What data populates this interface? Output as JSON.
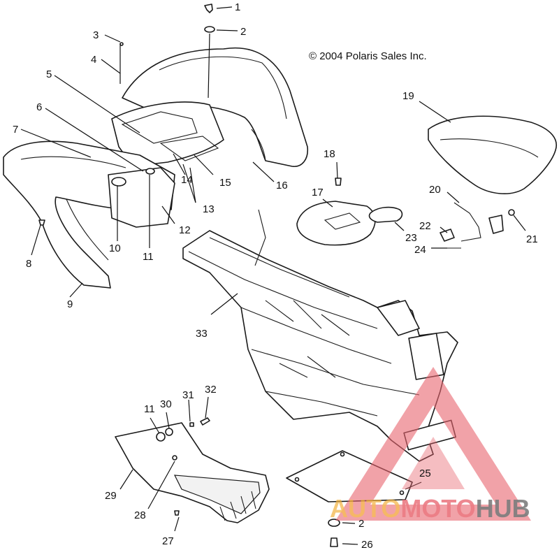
{
  "copyright": "© 2004 Polaris Sales Inc.",
  "watermark": {
    "prefix": "AUTO",
    "middle": "MOTO",
    "suffix": "HUB",
    "color_accent": "#e8646e",
    "color_prefix": "#f3b13a",
    "color_dark": "#666666"
  },
  "callouts": {
    "c1": "1",
    "c2": "2",
    "c3": "3",
    "c4": "4",
    "c5": "5",
    "c6": "6",
    "c7": "7",
    "c8": "8",
    "c9": "9",
    "c10": "10",
    "c11": "11",
    "c12": "12",
    "c13": "13",
    "c14": "14",
    "c15": "15",
    "c16": "16",
    "c17": "17",
    "c18": "18",
    "c19": "19",
    "c20": "20",
    "c21": "21",
    "c22": "22",
    "c23": "23",
    "c24": "24",
    "c25": "25",
    "c2b": "2",
    "c26": "26",
    "c27": "27",
    "c28": "28",
    "c29": "29",
    "c11b": "11",
    "c30": "30",
    "c31": "31",
    "c32": "32",
    "c33": "33"
  }
}
